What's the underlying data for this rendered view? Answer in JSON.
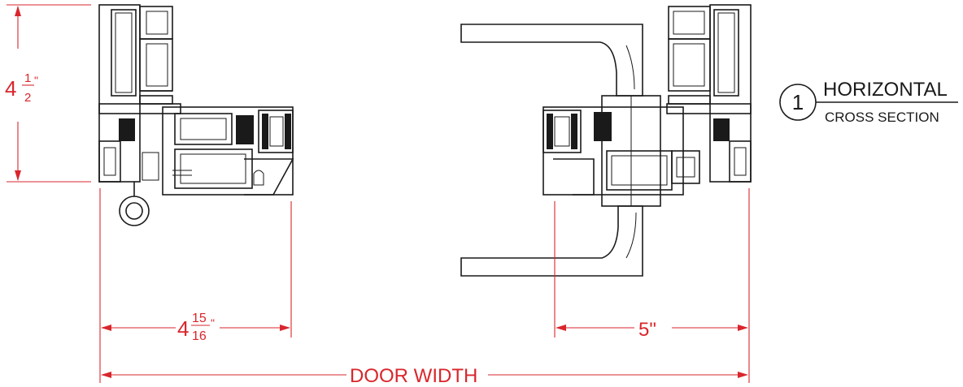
{
  "callout": {
    "number": "1",
    "title": "HORIZONTAL",
    "subtitle": "CROSS SECTION"
  },
  "dimensions": {
    "height": {
      "whole": "4",
      "num": "1",
      "den": "2",
      "unit": "\""
    },
    "left": {
      "whole": "4",
      "num": "15",
      "den": "16",
      "unit": "\""
    },
    "right": {
      "text": "5\""
    },
    "overall": {
      "text": "DOOR WIDTH"
    }
  },
  "colors": {
    "dimension": "#d9262c",
    "linework": "#1a1a1a"
  }
}
